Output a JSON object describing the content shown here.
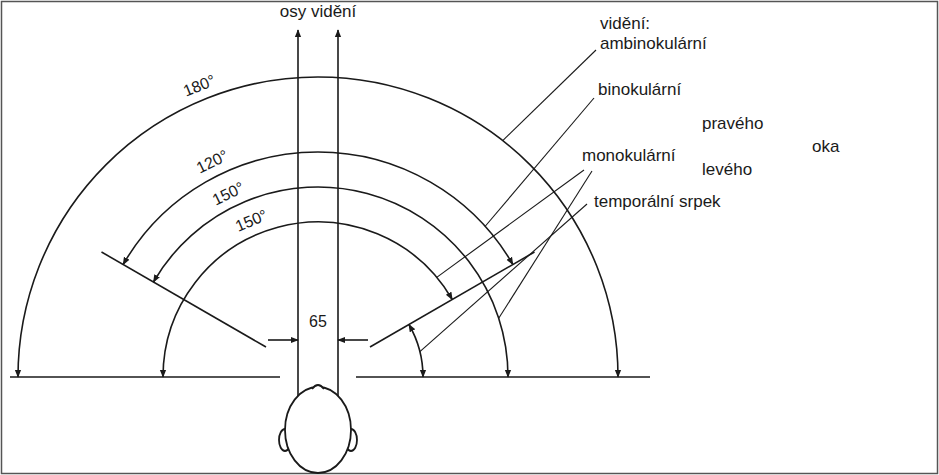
{
  "diagram": {
    "labels": [
      "osy vidění",
      "vidění:",
      "ambinokulární",
      "180°",
      "binokulární",
      "120°",
      "pravého",
      "150°",
      "monokulární",
      "oka",
      "levého",
      "150°",
      "temporální srpek",
      "65"
    ]
  }
}
